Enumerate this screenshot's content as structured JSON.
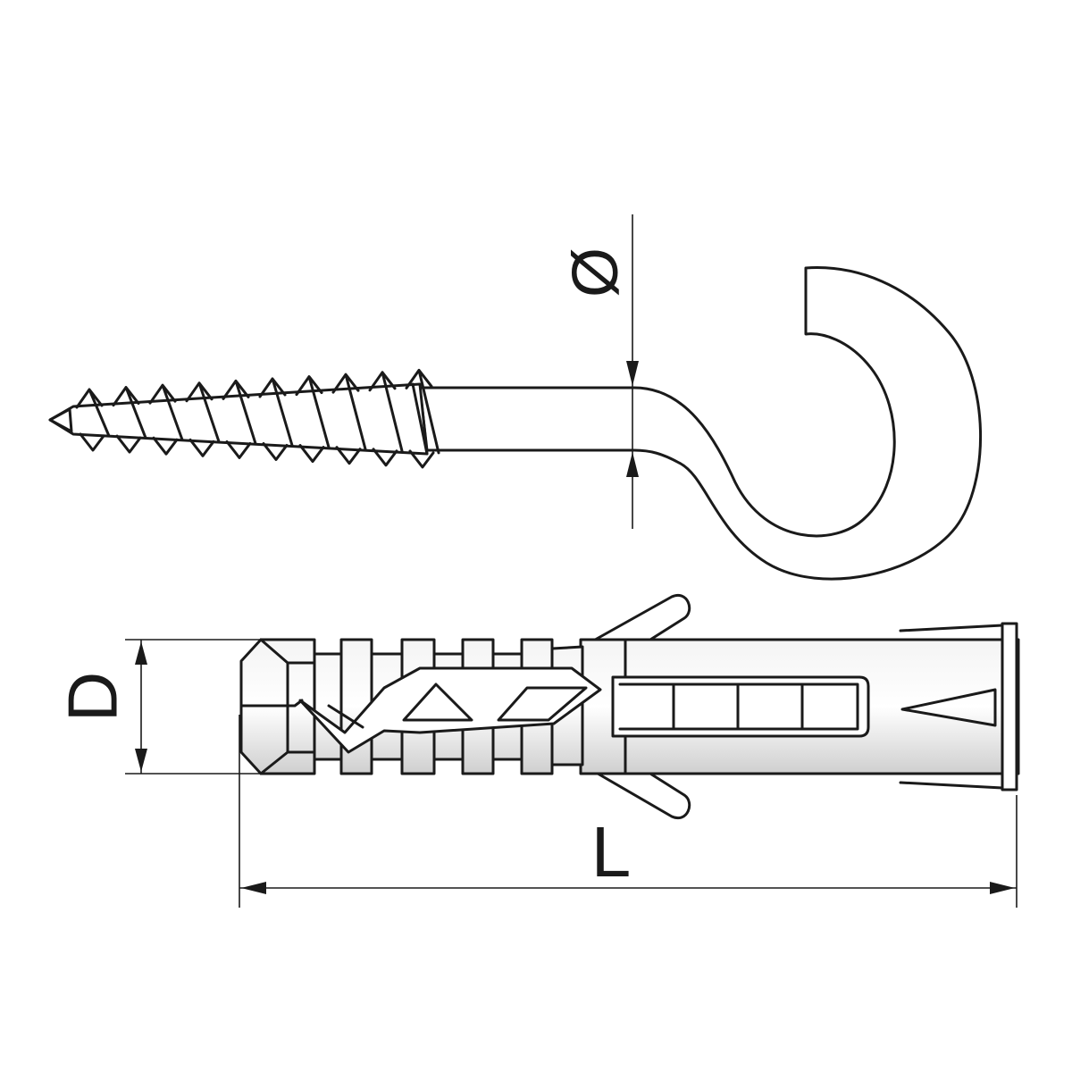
{
  "diagram": {
    "dimension_labels": {
      "hook_wire_diameter": "Ø",
      "plug_diameter": "D",
      "plug_length": "L"
    },
    "components": [
      "screw-hook",
      "wall-plug"
    ],
    "colors": {
      "outline": "#1a1a1a",
      "background": "#ffffff",
      "plug_fill_light": "#ffffff",
      "plug_fill_shade": "#d4d4d4"
    }
  }
}
